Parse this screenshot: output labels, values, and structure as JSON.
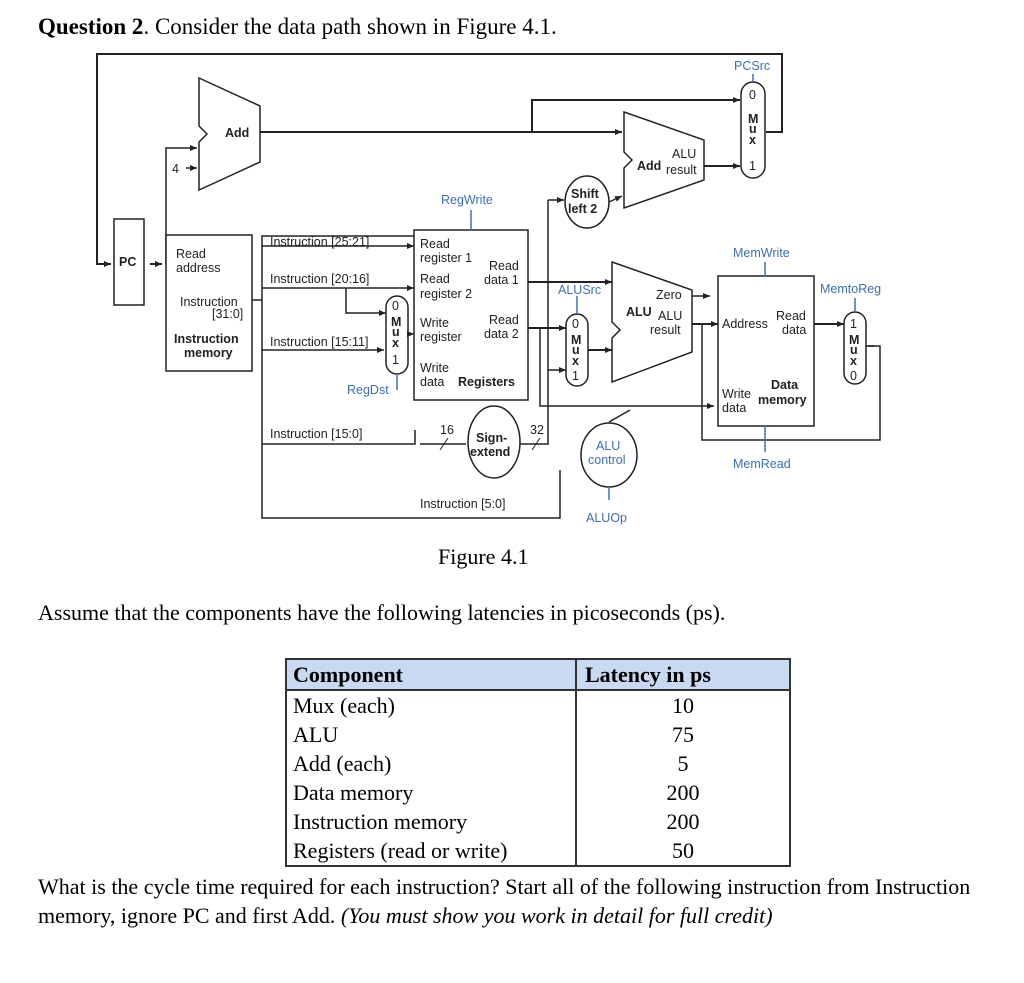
{
  "question": {
    "label": "Question 2",
    "text": ". Consider the data path shown in Figure 4.1."
  },
  "figure": {
    "caption": "Figure 4.1",
    "labels": {
      "pcsrc": "PCSrc",
      "add": "Add",
      "four": "4",
      "alu_add": "Add",
      "alu_top": "ALU",
      "alu_result": "result",
      "mux_0": "0",
      "mux_1": "1",
      "mux_m": "M",
      "mux_u": "u",
      "mux_x": "x",
      "regwrite": "RegWrite",
      "shift_left": "Shift",
      "shift_left2": "left 2",
      "pc": "PC",
      "read": "Read",
      "address": "address",
      "instruction": "Instruction",
      "instr_bits": "[31:0]",
      "instr_mem1": "Instruction",
      "instr_mem2": "memory",
      "i25_21": "Instruction [25:21]",
      "i20_16": "Instruction [20:16]",
      "i15_11": "Instruction [15:11]",
      "i15_0": "Instruction [15:0]",
      "i5_0": "Instruction [5:0]",
      "regdst": "RegDst",
      "read_reg1a": "Read",
      "read_reg1b": "register 1",
      "read_reg2a": "Read",
      "read_reg2b": "register 2",
      "write_rega": "Write",
      "write_regb": "register",
      "write_dataa": "Write",
      "write_datab": "data",
      "registers": "Registers",
      "read_data1a": "Read",
      "read_data1b": "data 1",
      "read_data2a": "Read",
      "read_data2b": "data 2",
      "alusrc": "ALUSrc",
      "zero": "Zero",
      "alu": "ALU",
      "alu_res_a": "ALU",
      "alu_res_b": "result",
      "sixteen": "16",
      "thirtytwo": "32",
      "sign": "Sign-",
      "extend": "extend",
      "alu_ctrl_a": "ALU",
      "alu_ctrl_b": "control",
      "aluop": "ALUOp",
      "memwrite": "MemWrite",
      "memtoreg": "MemtoReg",
      "memread": "MemRead",
      "dm_address": "Address",
      "dm_read": "Read",
      "dm_data": "data",
      "dm_write": "Write",
      "dm_wdata": "data",
      "dm_data_t": "Data",
      "dm_memory": "memory"
    }
  },
  "assume_text": "Assume that the components have the following latencies in picoseconds (ps).",
  "table": {
    "headers": [
      "Component",
      "Latency in ps"
    ],
    "rows": [
      [
        "Mux (each)",
        "10"
      ],
      [
        "ALU",
        "75"
      ],
      [
        "Add (each)",
        "5"
      ],
      [
        "Data memory",
        "200"
      ],
      [
        "Instruction memory",
        "200"
      ],
      [
        "Registers (read or write)",
        "50"
      ]
    ]
  },
  "question_body": {
    "main": "What is the cycle time required for each instruction? Start all of the following instruction from Instruction memory, ignore PC and first Add. ",
    "italic": "(You must show you work in detail for full credit)"
  }
}
